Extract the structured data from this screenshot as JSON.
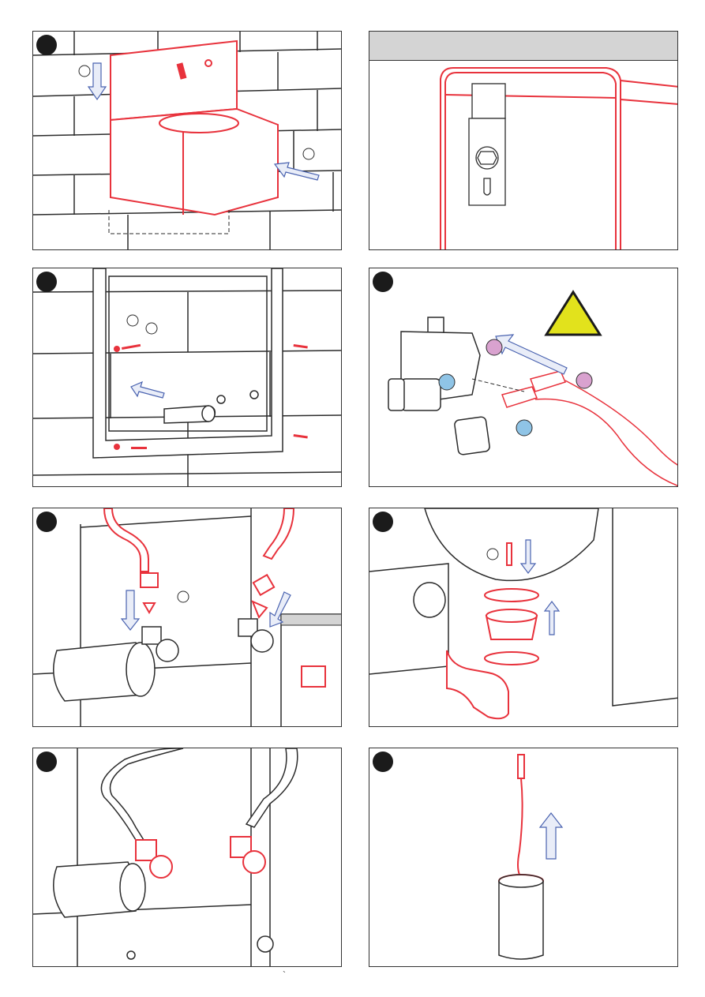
{
  "page": {
    "footer_mark": "`"
  },
  "colors": {
    "outline": "#2b2b2b",
    "highlight": "#e8323c",
    "arrow": "#4a63b0",
    "arrow_fill": "#e9edf8",
    "warning": "#e2e21c",
    "plus": "#d9a2cf",
    "minus": "#8fc4e6",
    "header": "#d4d4d4"
  },
  "panels": [
    {
      "id": "p1",
      "badge": "",
      "icon": "wall-mount-sink-icon"
    },
    {
      "id": "p2",
      "badge": "",
      "icon": "bracket-detail-icon"
    },
    {
      "id": "p3",
      "badge": "",
      "icon": "mounting-frame-icon"
    },
    {
      "id": "p4",
      "badge": "",
      "icon": "solenoid-valve-icon",
      "plus_symbol": "+",
      "minus_symbol": "−"
    },
    {
      "id": "p5",
      "badge": "",
      "icon": "hose-connection-icon"
    },
    {
      "id": "p6",
      "badge": "",
      "icon": "drain-assembly-icon"
    },
    {
      "id": "p7",
      "badge": "",
      "icon": "valve-tightening-icon"
    },
    {
      "id": "p8",
      "badge": "",
      "icon": "sensor-cylinder-icon"
    }
  ]
}
